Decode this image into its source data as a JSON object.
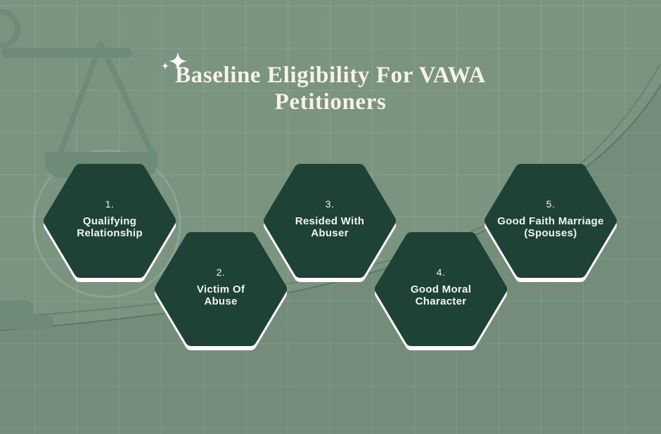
{
  "title": {
    "line1": "Baseline Eligibility For VAWA",
    "line2": "Petitioners"
  },
  "steps": [
    {
      "number": "1.",
      "label": "Qualifying Relationship",
      "label_lines": [
        "Qualifying",
        "Relationship"
      ]
    },
    {
      "number": "2.",
      "label": "Victim Of Abuse",
      "label_lines": [
        "Victim Of",
        "Abuse"
      ]
    },
    {
      "number": "3.",
      "label": "Resided With Abuser",
      "label_lines": [
        "Resided With",
        "Abuser"
      ]
    },
    {
      "number": "4.",
      "label": "Good Moral Character",
      "label_lines": [
        "Good Moral",
        "Character"
      ]
    },
    {
      "number": "5.",
      "label": "Good Faith Marriage (Spouses)",
      "label_lines": [
        "Good Faith Marriage",
        "(Spouses)"
      ]
    }
  ],
  "decor": {
    "sparkle_icon": "sparkle-icon",
    "scales_icon": "scales-of-justice-silhouette"
  },
  "colors": {
    "background": "#7a9480",
    "hexagon_fill": "#1e4236",
    "hexagon_shadow": "#ffffff",
    "hexagon_text": "#f2f4f1",
    "title_text": "#f7f3e8",
    "silhouette": "#6d8b77"
  }
}
